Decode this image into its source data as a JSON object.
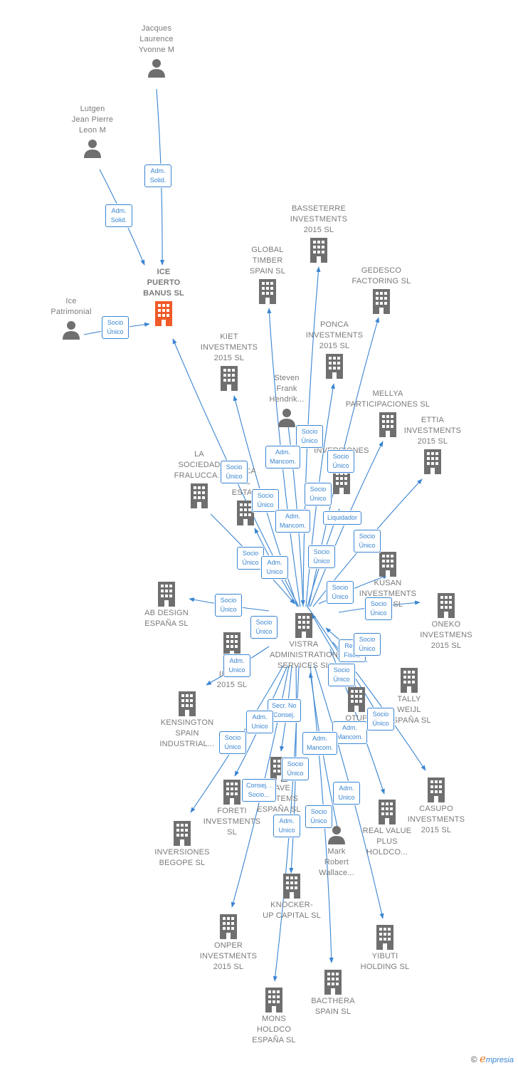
{
  "colors": {
    "edge": "#3a85d1",
    "node": "#6f6f6f",
    "focus": "#f05a28"
  },
  "nodes": {
    "jacques": {
      "label": "Jacques\nLaurence\nYvonne M",
      "icon": "person-icon"
    },
    "lutgen": {
      "label": "Lutgen\nJean Pierre\nLeon M",
      "icon": "person-icon"
    },
    "ice_puerto": {
      "label": "ICE\nPUERTO\nBANUS  SL",
      "icon": "building-icon"
    },
    "ice_patrimonial": {
      "label": "Ice\nPatrimonial",
      "icon": "person-icon"
    },
    "basseterre": {
      "label": "BASSETERRE\nINVESTMENTS\n2015  SL",
      "icon": "building-icon"
    },
    "global_timber": {
      "label": "GLOBAL\nTIMBER\nSPAIN  SL",
      "icon": "building-icon"
    },
    "gedesco": {
      "label": "GEDESCO\nFACTORING  SL",
      "icon": "building-icon"
    },
    "ponca": {
      "label": "PONCA\nINVESTMENTS\n2015  SL",
      "icon": "building-icon"
    },
    "kiet": {
      "label": "KIET\nINVESTMENTS\n2015  SL",
      "icon": "building-icon"
    },
    "steven": {
      "label": "Steven\nFrank\nHendrik...",
      "icon": "person-icon"
    },
    "mellya": {
      "label": "MELLYA\nPARTICIPACIONES SL",
      "icon": "building-icon"
    },
    "ettia": {
      "label": "ETTIA\nINVESTMENTS\n2015  SL",
      "icon": "building-icon"
    },
    "la_sociedad": {
      "label": "LA\nSOCIEDAD\nFRALUCCA...",
      "icon": "building-icon"
    },
    "juca": {
      "label": "JUCA\nAL\nESTA...",
      "icon": "building-icon"
    },
    "inversiones_se": {
      "label": "INVERSIONES\nSE...",
      "icon": "building-icon"
    },
    "kusan": {
      "label": "KUSAN\nINVESTMENTS\n2015  SL",
      "icon": "building-icon"
    },
    "ab_design": {
      "label": "AB DESIGN\nESPAÑA  SL",
      "icon": "building-icon"
    },
    "oneko": {
      "label": "ONEKO\nINVESTMENS\n2015  SL",
      "icon": "building-icon"
    },
    "vistra": {
      "label": "VISTRA\nADMINISTRATION\nSERVICES  SL",
      "icon": "building-icon"
    },
    "k_inv": {
      "label": "K...\nINVE...\n2015  SL",
      "icon": "building-icon"
    },
    "tally": {
      "label": "TALLY\nWEIJL\nESPAÑA  SL",
      "icon": "building-icon"
    },
    "otup": {
      "label": "OTUP\nIN...",
      "icon": "building-icon"
    },
    "kensington": {
      "label": "KENSINGTON\nSPAIN\nINDUSTRIAL...",
      "icon": "building-icon"
    },
    "wave": {
      "label": "WAVE\nSYSTEMS\nESPAÑA SL",
      "icon": "building-icon"
    },
    "foreti": {
      "label": "FORETI\nINVESTMENTS\nSL",
      "icon": "building-icon"
    },
    "casupo": {
      "label": "CASUPO\nINVESTMENTS\n2015  SL",
      "icon": "building-icon"
    },
    "real_value": {
      "label": "REAL VALUE\nPLUS\nHOLDCO...",
      "icon": "building-icon"
    },
    "inversiones_begope": {
      "label": "INVERSIONES\nBEGOPE  SL",
      "icon": "building-icon"
    },
    "mark": {
      "label": "Mark\nRobert\nWallace...",
      "icon": "person-icon"
    },
    "knocker": {
      "label": "KNOCKER-\nUP CAPITAL  SL",
      "icon": "building-icon"
    },
    "onper": {
      "label": "ONPER\nINVESTMENTS\n2015  SL",
      "icon": "building-icon"
    },
    "yibuti": {
      "label": "YIBUTI\nHOLDING SL",
      "icon": "building-icon"
    },
    "bacthera": {
      "label": "BACTHERA\nSPAIN  SL",
      "icon": "building-icon"
    },
    "mons": {
      "label": "MONS\nHOLDCO\nESPAÑA  SL",
      "icon": "building-icon"
    }
  },
  "relations": {
    "r1": "Adm.\nSolid.",
    "r2": "Adm.\nSolid.",
    "r3": "Socio\nÚnico",
    "r4": "Socio\nÚnico",
    "r5": "Adm.\nMancom.",
    "r6": "Socio\nÚnico",
    "r7": "Socio\nÚnico",
    "r8": "Socio\nÚnico",
    "r9": "Socio\nÚnico",
    "r10": "Adm.\nMancom.",
    "r11": "Liquidador",
    "r12": "Socio\nÚnico",
    "r13": "Socio\nÚnico",
    "r14": "Adm.\nUnico",
    "r15": "Socio\nÚnico",
    "r16": "Socio\nÚnico",
    "r17": "Socio\nÚnico",
    "r18": "Socio\nÚnico",
    "r19": "Repr.\nFiscal",
    "r20": "Socio\nÚnico",
    "r21": "Adm.\nUnico",
    "r22": "Socio\nÚnico",
    "r23": "Secr.  No\nConsej.",
    "r24": "Socio\nÚnico",
    "r25": "Adm.\nUnico",
    "r26": "Adm.\nMancom.",
    "r27": "Socio\nÚnico",
    "r28": "Adm.\nMancom.",
    "r29": "Socio\nÚnico",
    "r30": "Consej. .\nSocio...",
    "r31": "Adm.\nUnico",
    "r32": "Adm.\nUnico",
    "r33": "Socio\nÚnico",
    "r34": "Socio\nÚnico"
  },
  "footer": {
    "copyright": "©",
    "brand_initial": "e",
    "brand_rest": "mpresia"
  }
}
